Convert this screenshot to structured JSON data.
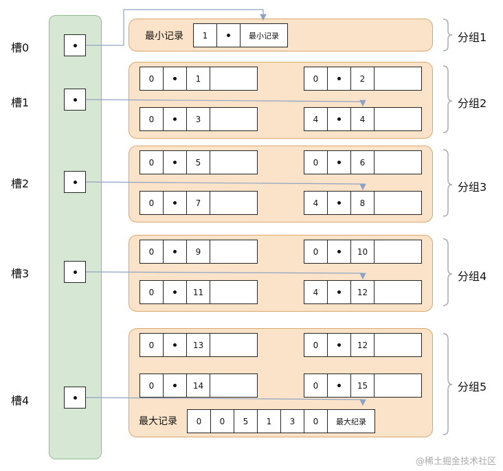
{
  "slots": [
    {
      "label": "槽0"
    },
    {
      "label": "槽1"
    },
    {
      "label": "槽2"
    },
    {
      "label": "槽3"
    },
    {
      "label": "槽4"
    }
  ],
  "groups": [
    {
      "label": "分组1"
    },
    {
      "label": "分组2"
    },
    {
      "label": "分组3"
    },
    {
      "label": "分组4"
    },
    {
      "label": "分组5"
    }
  ],
  "min_record": {
    "title": "最小记录",
    "cells": [
      "1",
      "•",
      "最小记录"
    ]
  },
  "max_record": {
    "title": "最大记录",
    "cells": [
      "0",
      "0",
      "5",
      "1",
      "3",
      "0",
      "最大纪录"
    ]
  },
  "records": [
    {
      "a": "0",
      "b": "•",
      "c": "1"
    },
    {
      "a": "0",
      "b": "•",
      "c": "2"
    },
    {
      "a": "0",
      "b": "•",
      "c": "3"
    },
    {
      "a": "4",
      "b": "•",
      "c": "4"
    },
    {
      "a": "0",
      "b": "•",
      "c": "5"
    },
    {
      "a": "0",
      "b": "•",
      "c": "6"
    },
    {
      "a": "0",
      "b": "•",
      "c": "7"
    },
    {
      "a": "4",
      "b": "•",
      "c": "8"
    },
    {
      "a": "0",
      "b": "•",
      "c": "9"
    },
    {
      "a": "0",
      "b": "•",
      "c": "10"
    },
    {
      "a": "0",
      "b": "•",
      "c": "11"
    },
    {
      "a": "4",
      "b": "•",
      "c": "12"
    },
    {
      "a": "0",
      "b": "•",
      "c": "13"
    },
    {
      "a": "0",
      "b": "•",
      "c": "12"
    },
    {
      "a": "0",
      "b": "•",
      "c": "14"
    },
    {
      "a": "0",
      "b": "•",
      "c": "15"
    }
  ],
  "watermark": "@稀土掘金技术社区"
}
